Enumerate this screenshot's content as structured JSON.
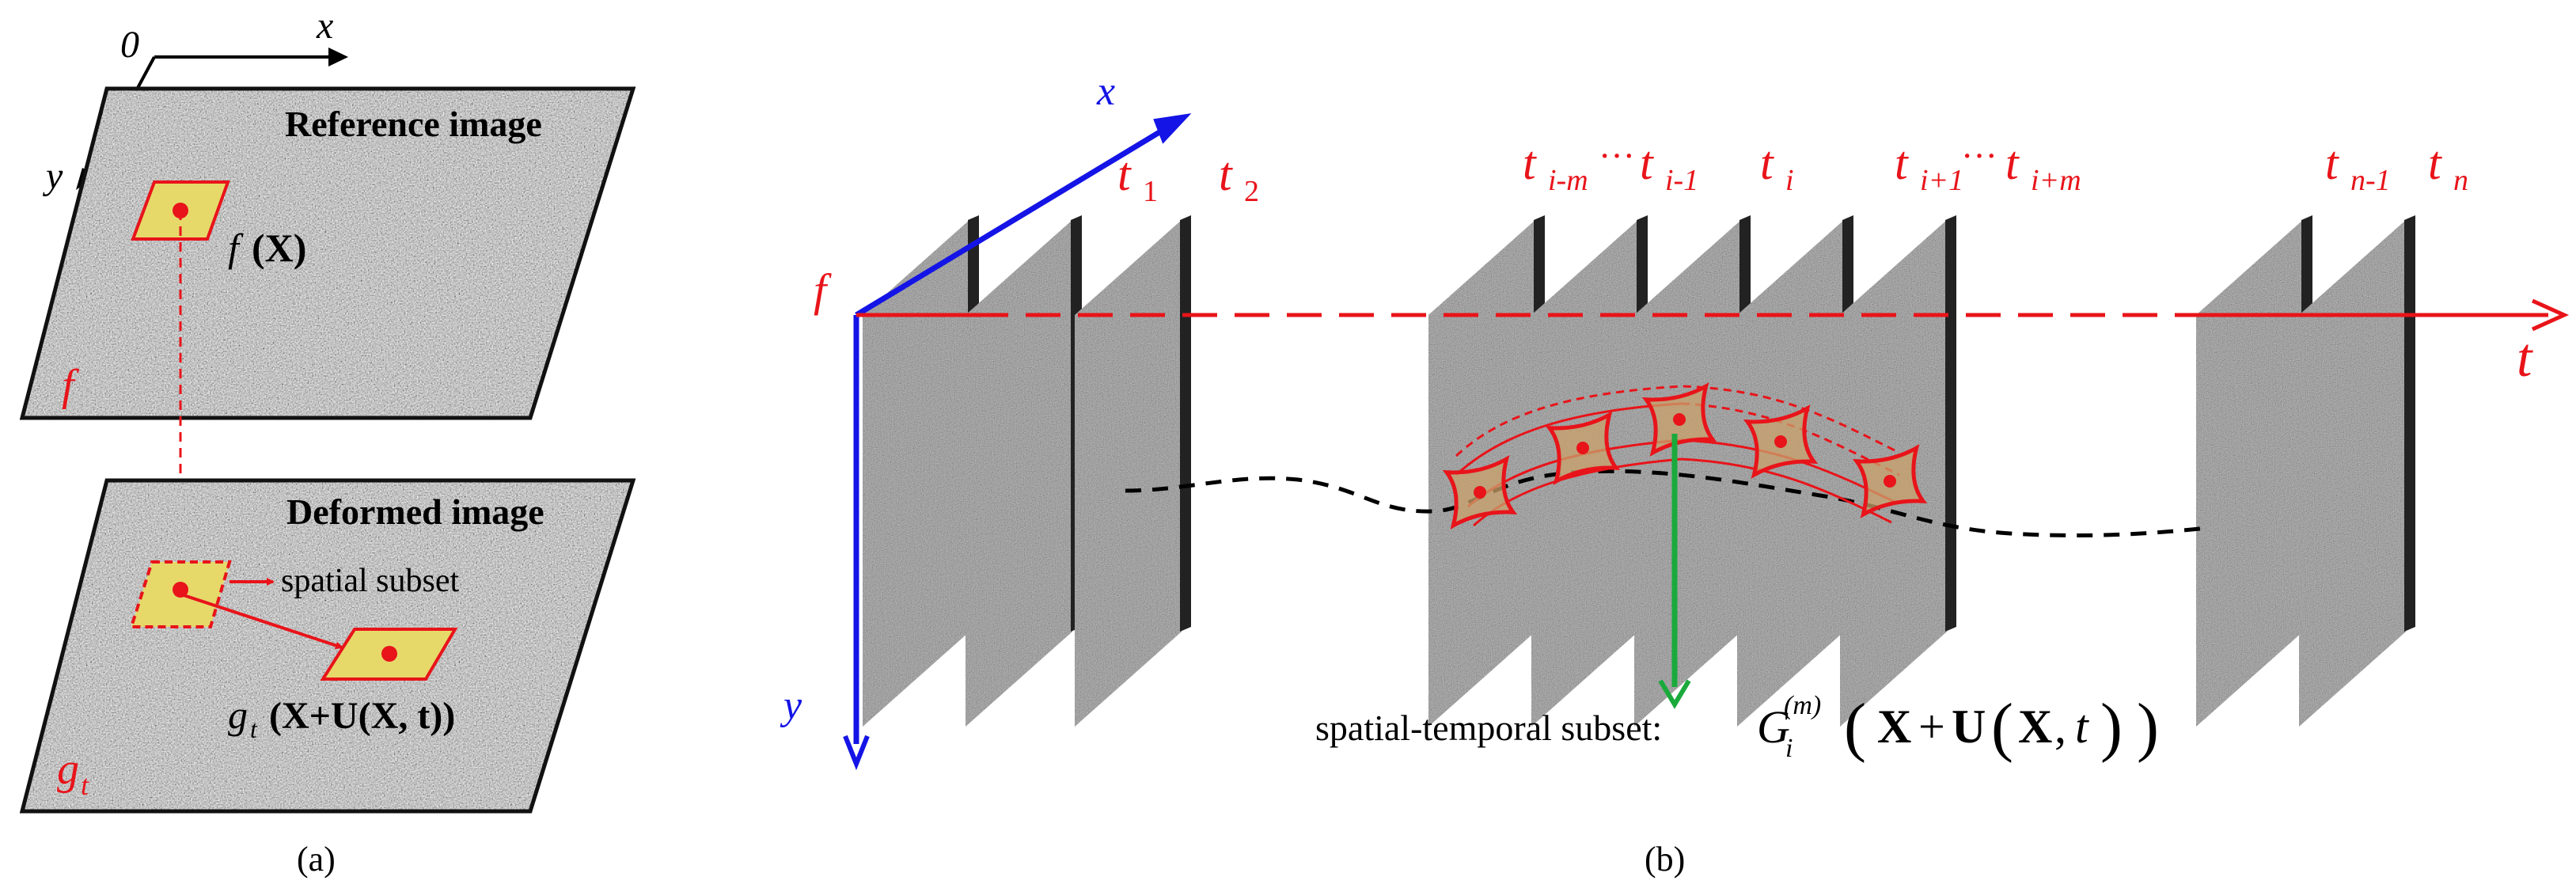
{
  "panel_a": {
    "axes": {
      "origin": "0",
      "x": "x",
      "y": "y"
    },
    "reference": {
      "title": "Reference image",
      "func": "f",
      "func_arg": "(X)",
      "corner_label": "f"
    },
    "deformed": {
      "title": "Deformed image",
      "subset_note": "spatial  subset",
      "g_label": "g",
      "g_sub": "t",
      "g_arg": "(X+U(X, t))",
      "corner_label": "g",
      "corner_sub": "t"
    },
    "caption": "(a)"
  },
  "panel_b": {
    "axis_x": "x",
    "axis_y": "y",
    "axis_f": "f",
    "axis_t": "t",
    "times": {
      "t1": {
        "base": "t",
        "sub": "1"
      },
      "t2": {
        "base": "t",
        "sub": "2"
      },
      "tim": {
        "base": "t",
        "sub": "i-m"
      },
      "dots1": "···",
      "tim1": {
        "base": "t",
        "sub": "i-1"
      },
      "ti": {
        "base": "t",
        "sub": "i"
      },
      "tip1": {
        "base": "t",
        "sub": "i+1"
      },
      "dots2": "···",
      "tipm": {
        "base": "t",
        "sub": "i+m"
      },
      "tn1": {
        "base": "t",
        "sub": "n-1"
      },
      "tn": {
        "base": "t",
        "sub": "n"
      }
    },
    "subset_label": "spatial-temporal  subset:",
    "subset_func": "G",
    "subset_sub": "i",
    "subset_sup": "(m)",
    "subset_arg_1": "X",
    "subset_arg_plus": "+",
    "subset_arg_U": "U",
    "subset_arg_X2": "X",
    "subset_arg_t": "t",
    "caption": "(b)"
  },
  "colors": {
    "axis_blue": "#1414e6",
    "red": "#e8141a",
    "green": "#1aaa3c",
    "subset_fill": "#e6d96a",
    "plane_gray": "#8f8f8f",
    "plane_edge": "#222222"
  }
}
